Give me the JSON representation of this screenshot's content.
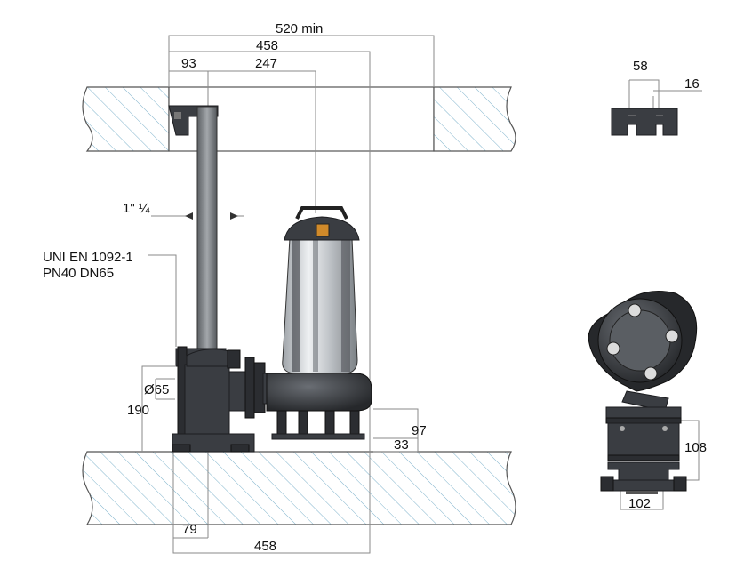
{
  "dimensions": {
    "min_clearance": "520  min",
    "overall_width_top": "458",
    "pipe_offset": "93",
    "pump_offset": "247",
    "pipe_diameter": "1\" ¼",
    "flange_standard": "UNI EN 1092-1",
    "flange_rating": "PN40 DN65",
    "outlet_diameter": "Ø65",
    "outlet_height": "190",
    "base_height": "97",
    "foot_height": "33",
    "base_offset": "79",
    "overall_width_bottom": "458",
    "bracket_span": "58",
    "bracket_slot": "16",
    "foot_height_side": "108",
    "foot_width_side": "102"
  },
  "colors": {
    "hatch": "#7fb3cc",
    "pump_dark": "#3a3d42",
    "pump_steel": "#c9ccd0",
    "dimension_line": "#8a8a8a"
  }
}
